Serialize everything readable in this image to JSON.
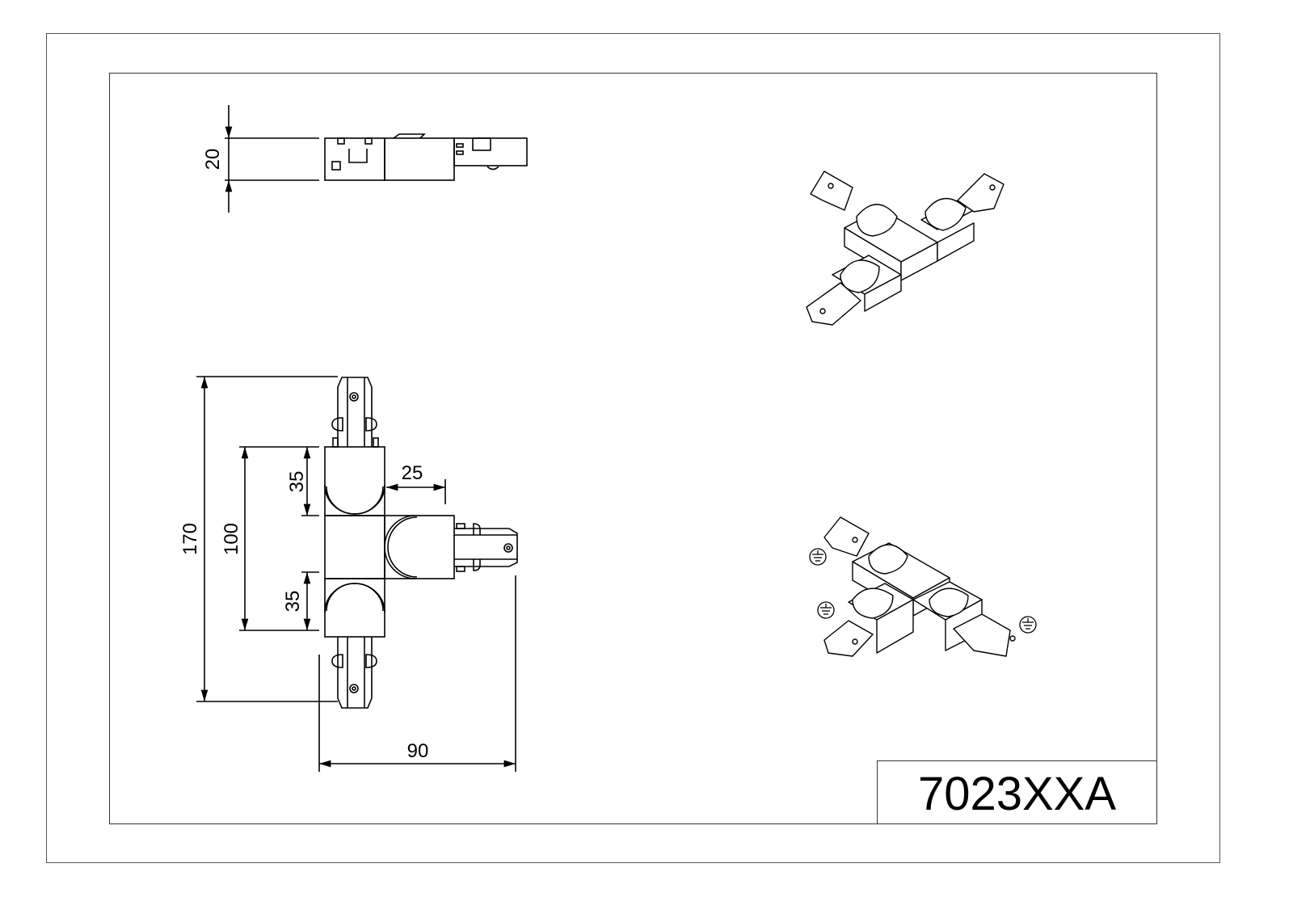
{
  "drawing": {
    "part_number": "7023XXA",
    "colors": {
      "line": "#000000",
      "frame": "#333333",
      "background": "#ffffff"
    },
    "views": {
      "side_view": {
        "label": "side-elevation",
        "dimensions": {
          "height": "20"
        }
      },
      "top_view": {
        "label": "top-plan",
        "dimensions": {
          "overall_length": "170",
          "body_length": "100",
          "upper_arm": "35",
          "lower_arm": "35",
          "branch_offset": "25",
          "overall_width": "90"
        }
      },
      "isometric_1": {
        "label": "isometric-view"
      },
      "isometric_2": {
        "label": "isometric-view-with-earth-symbols",
        "earth_symbols": 3
      }
    }
  }
}
